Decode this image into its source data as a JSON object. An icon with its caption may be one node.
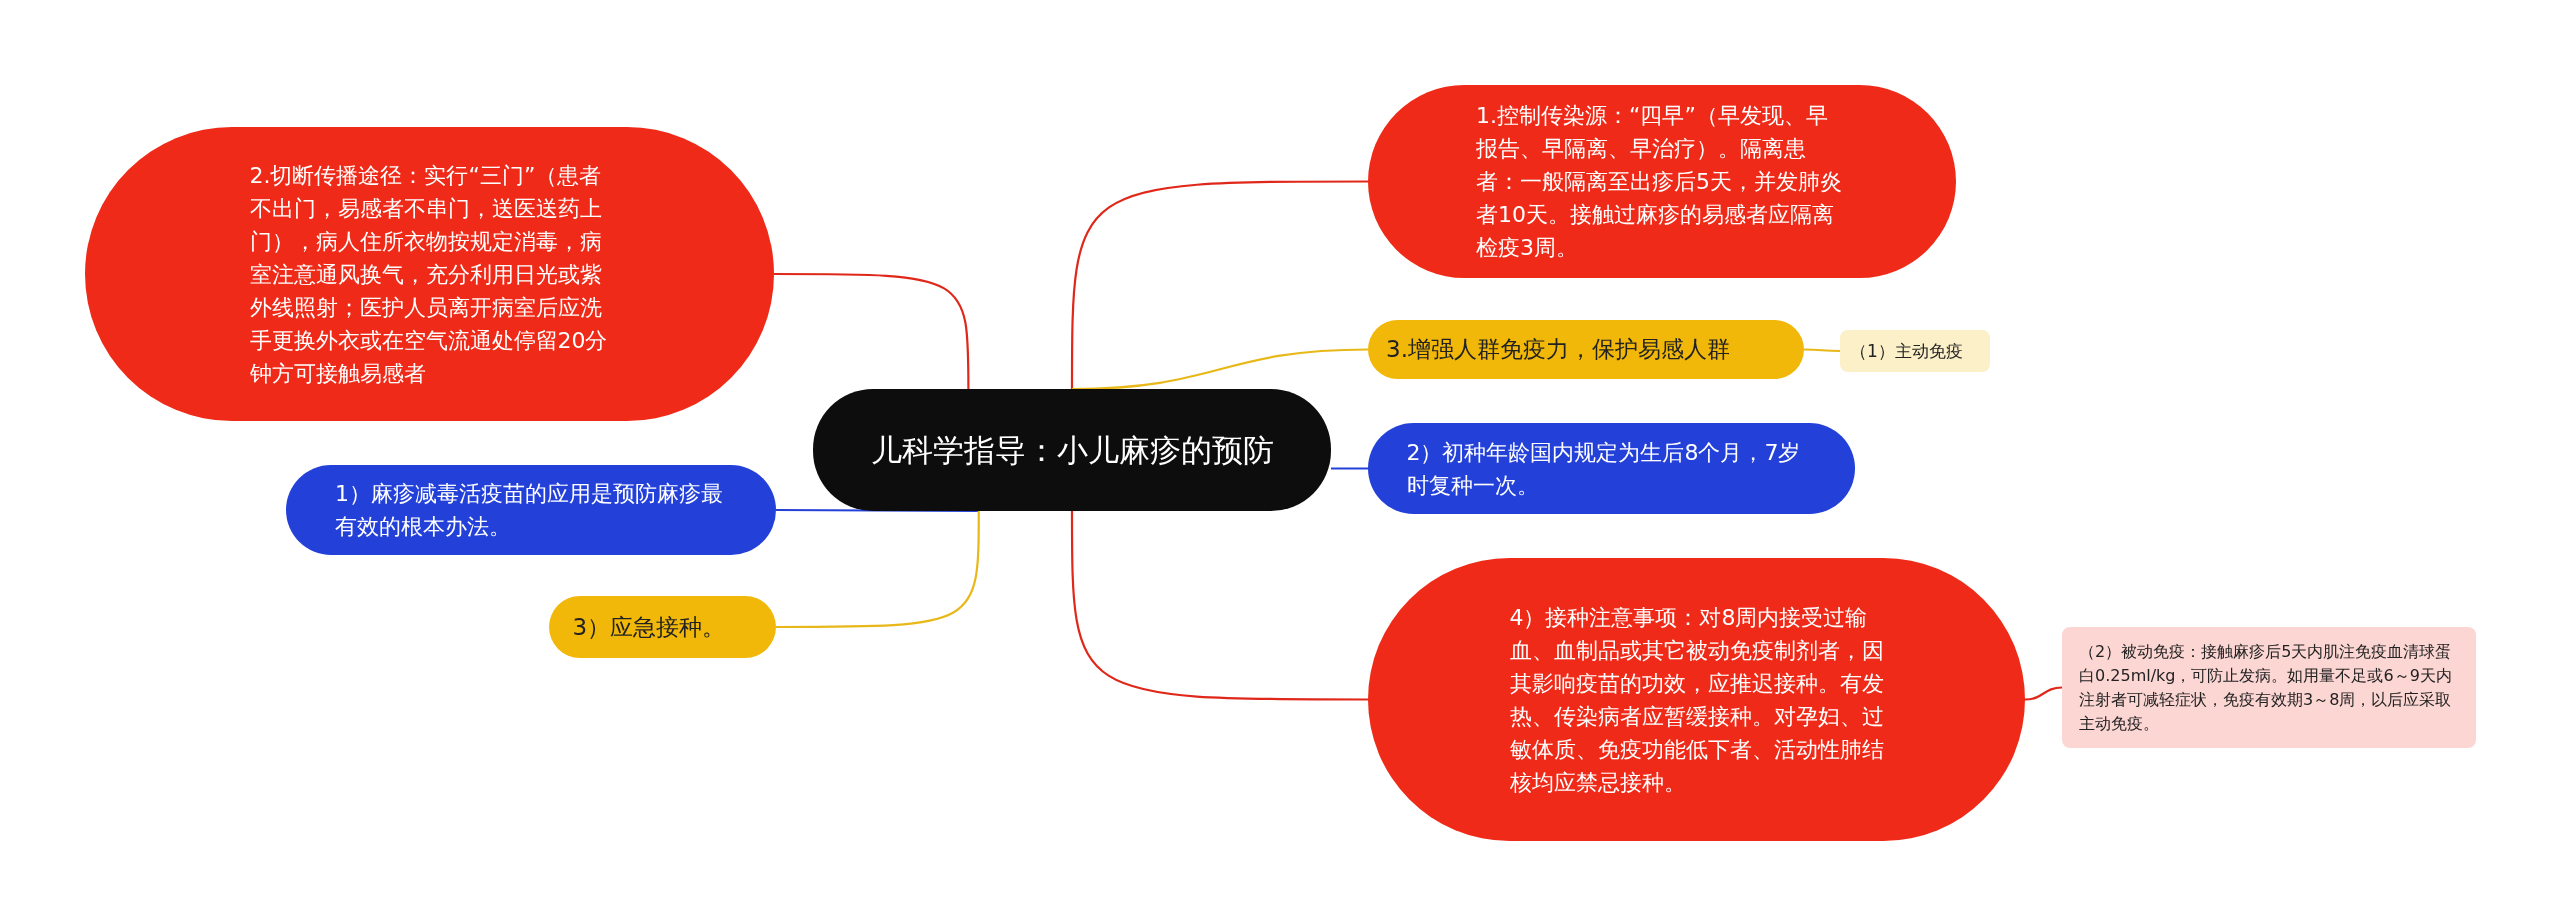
{
  "diagram": {
    "nodes": [
      {
        "text": [
          "儿科学指导：小儿麻疹的预防"
        ]
      },
      {
        "text": [
          "2.切断传播途径：实行“三门”（患者不出门，易感者不串门，送医送药上门），病人住所衣物按规定消毒，病室注意通风换气，充分利用日光或紫外线照射；医护人员离开病室后应洗手更换外衣或在空气流通处停留20分钟方可接触易感者"
        ]
      },
      {
        "text": [
          "1.控制传染源：“四早”（早发现、早报告、早隔离、早治疗）。隔离患者：一般隔离至出疹后5天，并发肺炎者10天。接触过麻疹的易感者应隔离检疫3周。"
        ]
      },
      {
        "text": [
          "3.增强人群免疫力，保护易感人群"
        ]
      },
      {
        "text": [
          "（1）主动免疫"
        ]
      },
      {
        "text": [
          "2）初种年龄国内规定为生后8个月，7岁时复种一次。"
        ]
      },
      {
        "text": [
          "1）麻疹减毒活疫苗的应用是预防麻疹最有效的根本办法。"
        ]
      },
      {
        "text": [
          "3）应急接种。"
        ]
      },
      {
        "text": [
          "4）接种注意事项：对8周内接受过输血、血制品或其它被动免疫制剂者，因其影响疫苗的功效，应推迟接种。有发热、传染病者应暂缓接种。对孕妇、过敏体质、免疫功能低下者、活动性肺结核均应禁忌接种。"
        ]
      },
      {
        "text": [
          "（2）被动免疫：接触麻疹后5天内肌注免疫血清球蛋白0.25ml/kg，可防止发病。如用量不足或6～9天内注射者可减轻症状，免疫有效期3～8周，以后应采取主动免疫。"
        ]
      }
    ],
    "edges": [
      {
        "from": 0,
        "to": 1,
        "arrow": "none",
        "color": "#e0281a"
      },
      {
        "from": 0,
        "to": 2,
        "arrow": "none",
        "color": "#e0281a"
      },
      {
        "from": 0,
        "to": 3,
        "arrow": "none",
        "color": "#e8b818"
      },
      {
        "from": 3,
        "to": 4,
        "arrow": "none",
        "color": "#e8b818"
      },
      {
        "from": 0,
        "to": 5,
        "arrow": "none",
        "color": "#2340d8"
      },
      {
        "from": 0,
        "to": 6,
        "arrow": "none",
        "color": "#2340d8"
      },
      {
        "from": 0,
        "to": 7,
        "arrow": "none",
        "color": "#e8b818"
      },
      {
        "from": 0,
        "to": 8,
        "arrow": "none",
        "color": "#e0281a"
      },
      {
        "from": 8,
        "to": 9,
        "arrow": "none",
        "color": "#e0281a"
      }
    ]
  }
}
